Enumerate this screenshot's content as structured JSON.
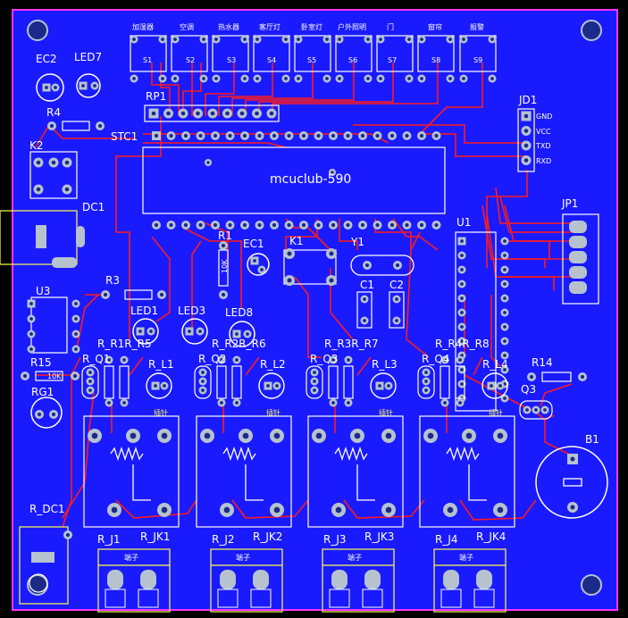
{
  "colors": {
    "board": "#1a1aff",
    "board_edge": "#ff33ff",
    "trace": "#ff1a1a",
    "silk": "#ffffff",
    "silk_yellow": "#ffff4d",
    "pad": "#b6c3cf",
    "hole": "#1c2a8a"
  },
  "switches": [
    {
      "ref": "S1",
      "name": "加湿器"
    },
    {
      "ref": "S2",
      "name": "空调"
    },
    {
      "ref": "S3",
      "name": "热水器"
    },
    {
      "ref": "S4",
      "name": "客厅灯"
    },
    {
      "ref": "S5",
      "name": "卧室灯"
    },
    {
      "ref": "S6",
      "name": "户外照明"
    },
    {
      "ref": "S7",
      "name": "门"
    },
    {
      "ref": "S8",
      "name": "窗帘"
    },
    {
      "ref": "S9",
      "name": "报警"
    }
  ],
  "labels": {
    "ec2": "EC2",
    "led7": "LED7",
    "r4": "R4",
    "k2": "K2",
    "dc1": "DC1",
    "rp1": "RP1",
    "stc1": "STC1",
    "mcu": "mcuclub-590",
    "jd1": "JD1",
    "jp1": "JP1",
    "u1": "U1",
    "u3": "U3",
    "r3": "R3",
    "r1": "R1",
    "ec1": "EC1",
    "k1": "K1",
    "y1": "Y1",
    "c1": "C1",
    "c2": "C2",
    "led1": "LED1",
    "led3": "LED3",
    "led8": "LED8",
    "r15": "R15",
    "rg1": "RG1",
    "r14": "R14",
    "q3": "Q3",
    "b1": "B1",
    "r_dc1": "R_DC1",
    "r1_value": "10K",
    "r15_value": "10K"
  },
  "jd1_pins": [
    "GND",
    "VCC",
    "TXD",
    "RXD"
  ],
  "relay_blocks": [
    {
      "r_pair": "R_R1R_R5",
      "q": "R_Q1",
      "led": "R_L1",
      "j": "R_J1",
      "jk": "R_JK1",
      "out": "插针",
      "term": "端子"
    },
    {
      "r_pair": "R_R2R_R6",
      "q": "R_Q2",
      "led": "R_L2",
      "j": "R_J2",
      "jk": "R_JK2",
      "out": "插针",
      "term": "端子"
    },
    {
      "r_pair": "R_R3R_R7",
      "q": "R_Q3",
      "led": "R_L3",
      "j": "R_J3",
      "jk": "R_JK3",
      "out": "插针",
      "term": "端子"
    },
    {
      "r_pair": "R_R4R_R8",
      "q": "R_Q4",
      "led": "R_L4",
      "j": "R_J4",
      "jk": "R_JK4",
      "out": "插针",
      "term": "端子"
    }
  ]
}
